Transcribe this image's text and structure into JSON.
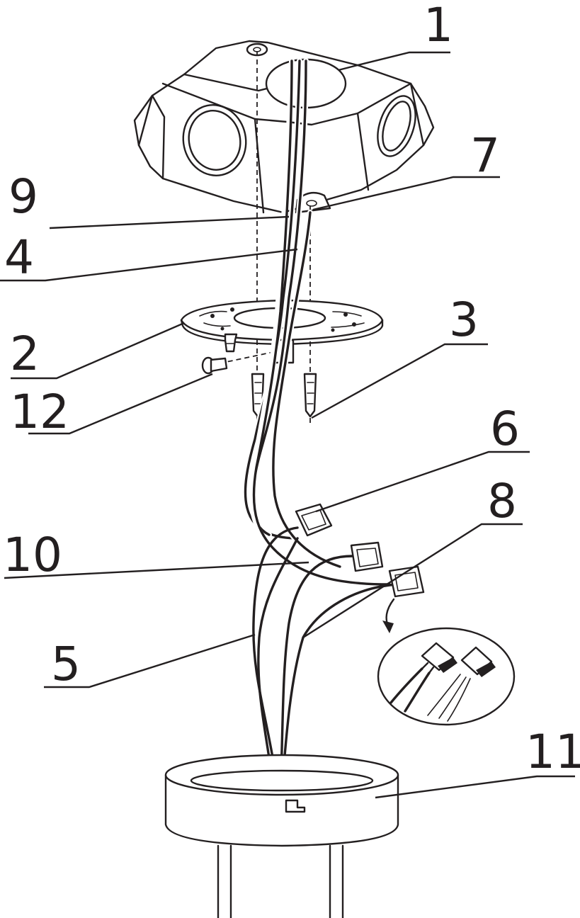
{
  "figure": {
    "callouts": [
      {
        "id": "1",
        "label": "1"
      },
      {
        "id": "2",
        "label": "2"
      },
      {
        "id": "3",
        "label": "3"
      },
      {
        "id": "4",
        "label": "4"
      },
      {
        "id": "5",
        "label": "5"
      },
      {
        "id": "6",
        "label": "6"
      },
      {
        "id": "7",
        "label": "7"
      },
      {
        "id": "8",
        "label": "8"
      },
      {
        "id": "9",
        "label": "9"
      },
      {
        "id": "10",
        "label": "10"
      },
      {
        "id": "11",
        "label": "11"
      },
      {
        "id": "12",
        "label": "12"
      }
    ]
  }
}
